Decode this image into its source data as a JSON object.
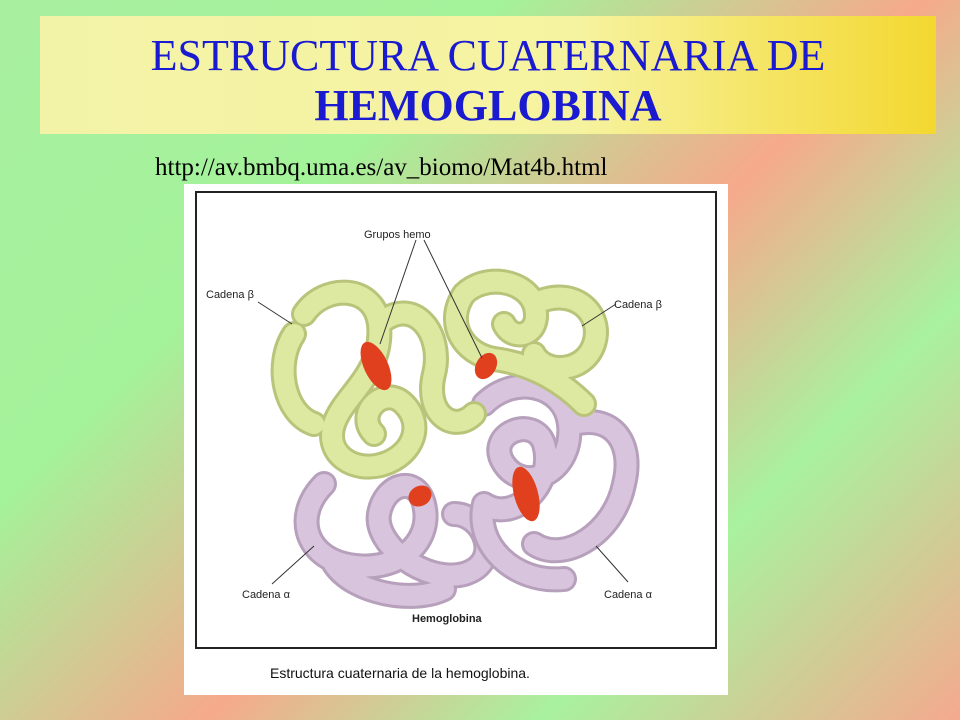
{
  "slide": {
    "title_line1": "ESTRUCTURA CUATERNARIA DE",
    "title_line2": "HEMOGLOBINA",
    "url": "http://av.bmbq.uma.es/av_biomo/Mat4b.html"
  },
  "figure": {
    "labels": {
      "heme_groups": "Grupos hemo",
      "beta_left": "Cadena β",
      "beta_right": "Cadena β",
      "alpha_left": "Cadena α",
      "alpha_right": "Cadena α",
      "center": "Hemoglobina"
    },
    "caption": "Estructura cuaternaria de la hemoglobina."
  },
  "colors": {
    "title_text": "#1a1ad0",
    "beta_chain": "#dde8a0",
    "alpha_chain": "#d8c4dc",
    "heme": "#e0401e"
  }
}
